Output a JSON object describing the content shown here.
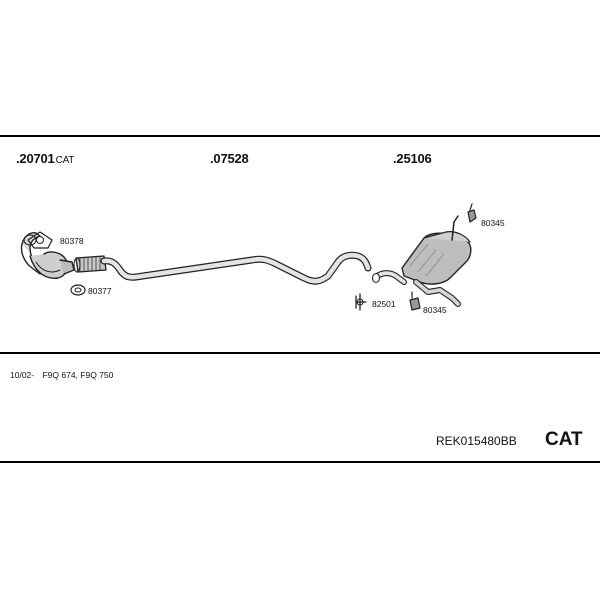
{
  "header": {
    "parts": [
      {
        "number": ".20701",
        "suffix": "CAT"
      },
      {
        "number": ".07528",
        "suffix": ""
      },
      {
        "number": ".25106",
        "suffix": ""
      }
    ]
  },
  "callouts": [
    "80378",
    "80377",
    "80345",
    "82501",
    "80345"
  ],
  "fitment": {
    "date": "10/02-",
    "engines": "F9Q 674, F9Q 750"
  },
  "footer": {
    "kit_number": "REK015480BB",
    "type_label": "CAT"
  }
}
